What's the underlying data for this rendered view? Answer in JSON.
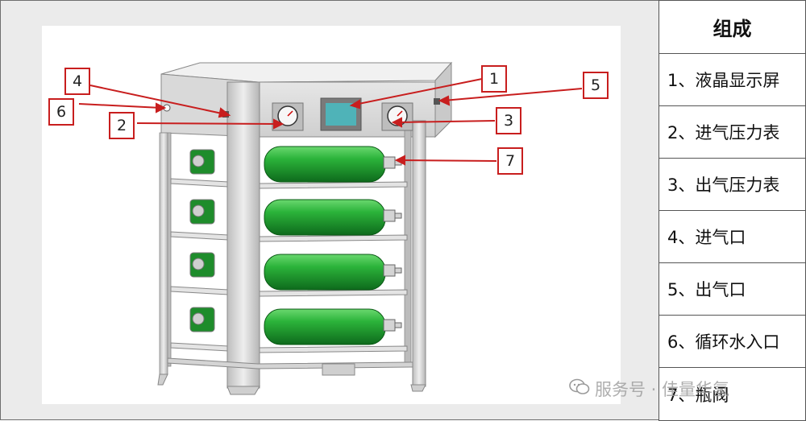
{
  "legend": {
    "header": "组成",
    "items": [
      "1、液晶显示屏",
      "2、进气压力表",
      "3、出气压力表",
      "4、进气口",
      "5、出气口",
      "6、循环水入口",
      "7、瓶阀"
    ]
  },
  "callouts": [
    "1",
    "2",
    "3",
    "4",
    "5",
    "6",
    "7"
  ],
  "watermark": "服务号 · 佳量华氢",
  "colors": {
    "callout_red": "#c81e1e",
    "cylinder_green": "#1f9a2e",
    "frame_gray": "#d8d8d8",
    "screen_teal": "#4fb3b8"
  }
}
